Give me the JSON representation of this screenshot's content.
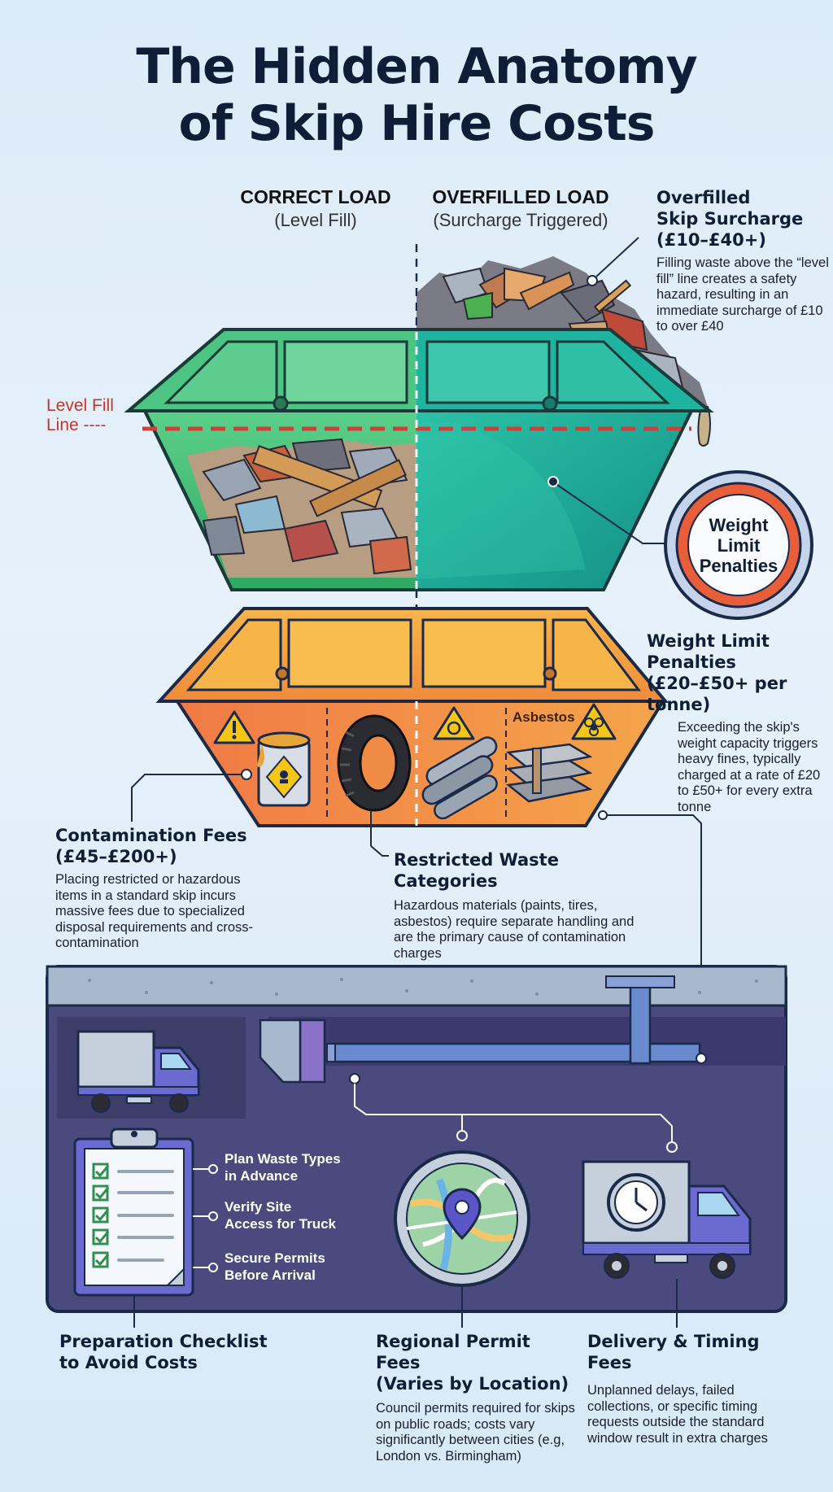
{
  "title": {
    "line1": "The Hidden Anatomy",
    "line2": "of Skip Hire Costs"
  },
  "columns": {
    "correct": {
      "heading": "CORRECT LOAD",
      "sub": "(Level Fill)"
    },
    "overfilled": {
      "heading": "OVERFILLED LOAD",
      "sub": "(Surcharge Triggered)"
    }
  },
  "level_fill": {
    "line1": "Level Fill",
    "line2": "Line ----"
  },
  "overfilled_surcharge": {
    "heading_line1": "Overfilled",
    "heading_line2": "Skip Surcharge",
    "heading_line3": "(£10–£40+)",
    "body": "Filling waste above the “level fill” line creates a safety hazard, resulting in an immediate surcharge of £10 to over £40"
  },
  "weight_badge": {
    "line1": "Weight",
    "line2": "Limit",
    "line3": "Penalties"
  },
  "weight_limit": {
    "heading_line1": "Weight Limit Penalties",
    "heading_line2": "(£20–£50+ per tonne)",
    "body": "Exceeding the skip's weight capacity triggers heavy fines, typically charged at a rate of £20 to £50+ for every extra tonne"
  },
  "asbestos_label": "Asbestos",
  "contamination": {
    "heading_line1": "Contamination Fees",
    "heading_line2": "(£45–£200+)",
    "body": "Placing restricted or hazardous items in a standard skip incurs massive fees due to specialized disposal requirements and cross-contamination"
  },
  "restricted": {
    "heading": "Restricted Waste Categories",
    "body": "Hazardous materials (paints, tires, asbestos) require separate handling and are the primary cause of contamination charges"
  },
  "checklist": {
    "items": [
      {
        "line1": "Plan Waste Types",
        "line2": "in Advance"
      },
      {
        "line1": "Verify Site",
        "line2": "Access for Truck"
      },
      {
        "line1": "Secure Permits",
        "line2": "Before Arrival"
      }
    ],
    "heading_line1": "Preparation Checklist",
    "heading_line2": "to Avoid Costs"
  },
  "regional_permit": {
    "heading_line1": "Regional Permit Fees",
    "heading_line2": "(Varies by Location)",
    "body": "Council permits required for skips on public roads; costs vary significantly between cities (e.g, London vs. Birmingham)"
  },
  "delivery": {
    "heading": "Delivery & Timing Fees",
    "body": "Unplanned delays, failed collections, or specific timing requests outside the standard window result in extra charges"
  },
  "colors": {
    "navy": "#0f1e36",
    "green_skip": "#3cb878",
    "teal_skip": "#1fae9c",
    "orange_skip": "#f4a640",
    "red_accent": "#c0392b",
    "panel": "#4a4a7e"
  },
  "icons": [
    "warning-icon",
    "biohazard-icon",
    "paint-can-icon",
    "tire-icon",
    "truck-icon",
    "clipboard-icon",
    "map-pin-icon",
    "clock-icon",
    "check-icon"
  ]
}
